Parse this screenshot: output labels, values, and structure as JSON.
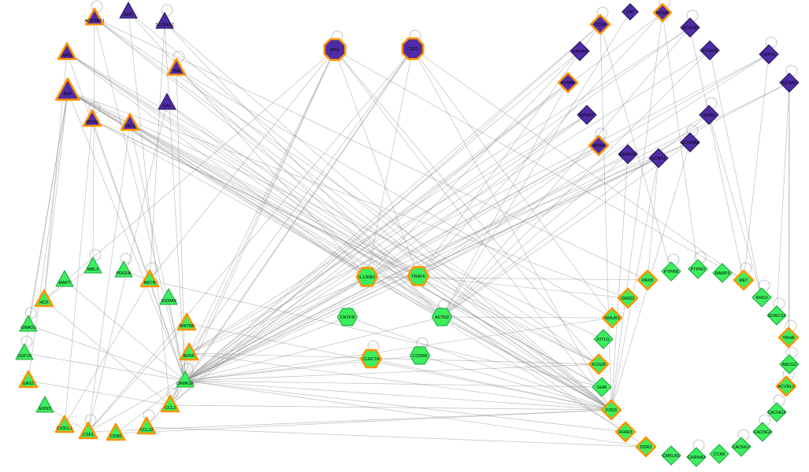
{
  "network": {
    "background": "#ffffff",
    "colors": {
      "purple": "#4E2CA5",
      "green": "#3CEE5C",
      "orange_border": "#FF9400",
      "purple_border": "#2A1758",
      "green_border": "#1FA844",
      "edge": "#8A8A8A",
      "label": "#000000"
    },
    "node_fields": [
      "id",
      "x",
      "y",
      "shape",
      "color",
      "orange_border",
      "self_loop",
      "size"
    ],
    "nodes": [
      [
        "ADCYAP1",
        120,
        23,
        "triangle",
        "purple",
        1,
        1,
        1
      ],
      [
        "GRP",
        163,
        15,
        "triangle",
        "purple",
        0,
        0,
        1
      ],
      [
        "SLC6A12",
        209,
        28,
        "triangle",
        "purple",
        0,
        1,
        1
      ],
      [
        "NPS",
        85,
        67,
        "triangle",
        "purple",
        1,
        0,
        1
      ],
      [
        "TRH",
        224,
        87,
        "triangle",
        "purple",
        1,
        1,
        1
      ],
      [
        "AVP",
        86,
        116,
        "triangle",
        "purple",
        1,
        0,
        1.35
      ],
      [
        "GAL",
        212,
        131,
        "triangle",
        "purple",
        0,
        0,
        1
      ],
      [
        "PDYN",
        117,
        152,
        "triangle",
        "purple",
        1,
        1,
        1
      ],
      [
        "TAC1",
        165,
        157,
        "triangle",
        "purple",
        1,
        0,
        1
      ],
      [
        "IRS1",
        425,
        63,
        "octagon",
        "purple",
        1,
        1,
        1.1
      ],
      [
        "CSF2",
        524,
        62,
        "octagon",
        "purple",
        1,
        1,
        1.1
      ],
      [
        "CD38",
        762,
        31,
        "diamond",
        "purple",
        1,
        1,
        1
      ],
      [
        "GIP",
        800,
        15,
        "diamond",
        "purple",
        0,
        0,
        0.85
      ],
      [
        "GCGR",
        841,
        16,
        "diamond",
        "purple",
        1,
        1,
        0.9
      ],
      [
        "KCNJ9",
        876,
        35,
        "diamond",
        "purple",
        0,
        1,
        1
      ],
      [
        "EPHA4",
        736,
        65,
        "diamond",
        "purple",
        0,
        0,
        1
      ],
      [
        "KCNH3",
        901,
        64,
        "diamond",
        "purple",
        0,
        0,
        1
      ],
      [
        "TRPV1",
        976,
        69,
        "diamond",
        "purple",
        0,
        1,
        1
      ],
      [
        "KCNB1",
        721,
        105,
        "diamond",
        "purple",
        1,
        0,
        1
      ],
      [
        "KCNA1",
        1002,
        105,
        "diamond",
        "purple",
        0,
        1,
        1
      ],
      [
        "EPHA7",
        745,
        146,
        "diamond",
        "purple",
        0,
        0,
        1
      ],
      [
        "GRIA1",
        900,
        146,
        "diamond",
        "purple",
        0,
        1,
        1
      ],
      [
        "ATRN",
        760,
        185,
        "diamond",
        "purple",
        1,
        1,
        1
      ],
      [
        "GRIN2A",
        797,
        196,
        "diamond",
        "purple",
        0,
        0,
        1
      ],
      [
        "KCNS1",
        836,
        201,
        "diamond",
        "purple",
        0,
        0,
        1
      ],
      [
        "KCNMB2",
        876,
        181,
        "diamond",
        "purple",
        0,
        1,
        1
      ],
      [
        "MBL2",
        118,
        339,
        "triangle",
        "green",
        0,
        1,
        1
      ],
      [
        "PDGFB",
        157,
        344,
        "triangle",
        "green",
        0,
        1,
        1
      ],
      [
        "MAPT",
        82,
        356,
        "triangle",
        "green",
        0,
        0,
        1
      ],
      [
        "RETN",
        190,
        356,
        "triangle",
        "green",
        1,
        1,
        1
      ],
      [
        "HCK",
        56,
        381,
        "triangle",
        "green",
        1,
        0,
        1
      ],
      [
        "S100A9",
        214,
        379,
        "triangle",
        "green",
        0,
        0,
        1
      ],
      [
        "GNAO1",
        36,
        413,
        "triangle",
        "green",
        0,
        1,
        1
      ],
      [
        "WNT5B",
        237,
        411,
        "triangle",
        "green",
        1,
        0,
        1
      ],
      [
        "GDF15",
        31,
        449,
        "triangle",
        "green",
        0,
        1,
        1
      ],
      [
        "BDNF",
        240,
        449,
        "triangle",
        "green",
        1,
        0,
        1
      ],
      [
        "GAS1",
        36,
        484,
        "triangle",
        "green",
        1,
        0,
        1
      ],
      [
        "CAMK2A",
        235,
        484,
        "triangle",
        "green",
        0,
        1,
        1
      ],
      [
        "EDN3",
        57,
        516,
        "triangle",
        "green",
        0,
        0,
        1
      ],
      [
        "CCL2",
        216,
        515,
        "triangle",
        "green",
        1,
        1,
        1
      ],
      [
        "CX3CL1",
        82,
        541,
        "triangle",
        "green",
        1,
        0,
        1
      ],
      [
        "CSF1",
        112,
        549,
        "triangle",
        "green",
        1,
        1,
        1
      ],
      [
        "CDH5",
        147,
        551,
        "triangle",
        "green",
        1,
        0,
        1
      ],
      [
        "CCL22",
        186,
        543,
        "triangle",
        "green",
        1,
        1,
        1
      ],
      [
        "IL12RB1",
        466,
        352,
        "hexagon",
        "green",
        1,
        0,
        1.1
      ],
      [
        "TRAF6",
        531,
        351,
        "hexagon",
        "green",
        1,
        0,
        1.1
      ],
      [
        "CNTFR",
        441,
        403,
        "hexagon",
        "green",
        0,
        0,
        1.05
      ],
      [
        "ACTN2",
        561,
        403,
        "hexagon",
        "green",
        0,
        1,
        1.05
      ],
      [
        "CLEC7A",
        471,
        456,
        "hexagon",
        "green",
        1,
        1,
        1.05
      ],
      [
        "CCKBR",
        533,
        452,
        "hexagon",
        "green",
        0,
        1,
        1.05
      ],
      [
        "PTPRB",
        852,
        345,
        "diamond",
        "green",
        0,
        1,
        1
      ],
      [
        "PTPRO",
        886,
        342,
        "diamond",
        "green",
        0,
        1,
        1
      ],
      [
        "RAMP3",
        917,
        347,
        "diamond",
        "green",
        0,
        0,
        1
      ],
      [
        "PAX8",
        822,
        356,
        "diamond",
        "green",
        1,
        0,
        1
      ],
      [
        "RET",
        944,
        356,
        "diamond",
        "green",
        1,
        1,
        1
      ],
      [
        "GRID2",
        797,
        379,
        "diamond",
        "green",
        1,
        0,
        1
      ],
      [
        "RHOJ",
        967,
        378,
        "diamond",
        "green",
        0,
        1,
        1
      ],
      [
        "NMUR1",
        777,
        404,
        "diamond",
        "green",
        1,
        0,
        1
      ],
      [
        "SORCS2",
        986,
        401,
        "diamond",
        "green",
        0,
        1,
        1
      ],
      [
        "KITLG",
        766,
        431,
        "diamond",
        "green",
        0,
        0,
        1
      ],
      [
        "TRHR",
        1001,
        429,
        "diamond",
        "green",
        1,
        1,
        1
      ],
      [
        "KCNJ5",
        760,
        463,
        "diamond",
        "green",
        1,
        0,
        1
      ],
      [
        "ABCG2",
        1002,
        463,
        "diamond",
        "green",
        0,
        1,
        1
      ],
      [
        "GHR",
        764,
        492,
        "diamond",
        "green",
        0,
        0,
        1
      ],
      [
        "ACVRL1",
        998,
        491,
        "diamond",
        "green",
        1,
        1,
        1
      ],
      [
        "FZD3",
        776,
        521,
        "diamond",
        "green",
        1,
        0,
        1
      ],
      [
        "CACNG2",
        986,
        524,
        "diamond",
        "green",
        0,
        1,
        1
      ],
      [
        "FFAR3",
        794,
        549,
        "diamond",
        "green",
        1,
        0,
        1
      ],
      [
        "CACNG3",
        968,
        549,
        "diamond",
        "green",
        0,
        1,
        1
      ],
      [
        "DDR2",
        820,
        568,
        "diamond",
        "green",
        1,
        0,
        1
      ],
      [
        "CACNG7",
        941,
        568,
        "diamond",
        "green",
        0,
        1,
        1
      ],
      [
        "CMKLR1",
        852,
        579,
        "diamond",
        "green",
        0,
        0,
        1
      ],
      [
        "CHRNA3",
        884,
        581,
        "diamond",
        "green",
        0,
        1,
        1
      ],
      [
        "CCR6",
        913,
        577,
        "diamond",
        "green",
        0,
        0,
        1
      ]
    ],
    "edges": [
      [
        "ADCYAP1",
        "FZD3"
      ],
      [
        "ADCYAP1",
        "KCNJ5"
      ],
      [
        "ADCYAP1",
        "TRAF6"
      ],
      [
        "ADCYAP1",
        "CAMK2A"
      ],
      [
        "ADCYAP1",
        "PAX8"
      ],
      [
        "ADCYAP1",
        "MBL2"
      ],
      [
        "GRP",
        "IL12RB1"
      ],
      [
        "GRP",
        "FZD3"
      ],
      [
        "GRP",
        "CCL2"
      ],
      [
        "SLC6A12",
        "FZD3"
      ],
      [
        "SLC6A12",
        "ACTN2"
      ],
      [
        "SLC6A12",
        "CAMK2A"
      ],
      [
        "SLC6A12",
        "RETN"
      ],
      [
        "NPS",
        "IL12RB1"
      ],
      [
        "NPS",
        "TRAF6"
      ],
      [
        "NPS",
        "FZD3"
      ],
      [
        "NPS",
        "KCNJ5"
      ],
      [
        "NPS",
        "CAMK2A"
      ],
      [
        "NPS",
        "DDR2"
      ],
      [
        "NPS",
        "HCK"
      ],
      [
        "TRH",
        "ACTN2"
      ],
      [
        "TRH",
        "FZD3"
      ],
      [
        "TRH",
        "CAMK2A"
      ],
      [
        "TRH",
        "NMUR1"
      ],
      [
        "AVP",
        "IL12RB1"
      ],
      [
        "AVP",
        "TRAF6"
      ],
      [
        "AVP",
        "ACTN2"
      ],
      [
        "AVP",
        "FZD3"
      ],
      [
        "AVP",
        "KCNJ5"
      ],
      [
        "AVP",
        "GHR"
      ],
      [
        "AVP",
        "CAMK2A"
      ],
      [
        "AVP",
        "GRID2"
      ],
      [
        "AVP",
        "FFAR3"
      ],
      [
        "AVP",
        "KITLG"
      ],
      [
        "AVP",
        "HCK"
      ],
      [
        "AVP",
        "GNAO1"
      ],
      [
        "AVP",
        "GAS1"
      ],
      [
        "AVP",
        "GDF15"
      ],
      [
        "GAL",
        "ACTN2"
      ],
      [
        "GAL",
        "FZD3"
      ],
      [
        "GAL",
        "CSF1"
      ],
      [
        "PDYN",
        "FZD3"
      ],
      [
        "PDYN",
        "TRAF6"
      ],
      [
        "PDYN",
        "CAMK2A"
      ],
      [
        "PDYN",
        "KCNJ5"
      ],
      [
        "PDYN",
        "CX3CL1"
      ],
      [
        "TAC1",
        "FZD3"
      ],
      [
        "TAC1",
        "IL12RB1"
      ],
      [
        "TAC1",
        "CAMK2A"
      ],
      [
        "TAC1",
        "GHR"
      ],
      [
        "TAC1",
        "CSF1"
      ],
      [
        "IRS1",
        "CAMK2A"
      ],
      [
        "IRS1",
        "HCK"
      ],
      [
        "IRS1",
        "BDNF"
      ],
      [
        "IRS1",
        "FZD3"
      ],
      [
        "IRS1",
        "RET"
      ],
      [
        "IRS1",
        "CCL2"
      ],
      [
        "IRS1",
        "KCNJ5"
      ],
      [
        "IRS1",
        "RETN"
      ],
      [
        "IRS1",
        "TRAF6"
      ],
      [
        "CSF2",
        "CAMK2A"
      ],
      [
        "CSF2",
        "BDNF"
      ],
      [
        "CSF2",
        "FZD3"
      ],
      [
        "CSF2",
        "RET"
      ],
      [
        "CSF2",
        "CCL2"
      ],
      [
        "CSF2",
        "NMUR1"
      ],
      [
        "CSF2",
        "CSF1"
      ],
      [
        "CSF2",
        "IL12RB1"
      ],
      [
        "CD38",
        "CAMK2A"
      ],
      [
        "CD38",
        "TRAF6"
      ],
      [
        "CD38",
        "CCL2"
      ],
      [
        "CD38",
        "FZD3"
      ],
      [
        "CD38",
        "PTPRB"
      ],
      [
        "GIP",
        "ACTN2"
      ],
      [
        "GCGR",
        "CAMK2A"
      ],
      [
        "GCGR",
        "TRAF6"
      ],
      [
        "GCGR",
        "FZD3"
      ],
      [
        "GCGR",
        "PTPRO"
      ],
      [
        "KCNJ9",
        "CAMK2A"
      ],
      [
        "KCNJ9",
        "ACTN2"
      ],
      [
        "KCNJ9",
        "BDNF"
      ],
      [
        "KCNJ9",
        "RET"
      ],
      [
        "EPHA4",
        "CAMK2A"
      ],
      [
        "EPHA4",
        "IL12RB1"
      ],
      [
        "KCNH3",
        "CAMK2A"
      ],
      [
        "KCNH3",
        "ACTN2"
      ],
      [
        "KCNH3",
        "RHOJ"
      ],
      [
        "TRPV1",
        "CAMK2A"
      ],
      [
        "TRPV1",
        "TRAF6"
      ],
      [
        "TRPV1",
        "BDNF"
      ],
      [
        "TRPV1",
        "RET"
      ],
      [
        "KCNB1",
        "CAMK2A"
      ],
      [
        "KCNB1",
        "ACTN2"
      ],
      [
        "KCNB1",
        "CCL2"
      ],
      [
        "KCNA1",
        "CAMK2A"
      ],
      [
        "KCNA1",
        "TRAF6"
      ],
      [
        "KCNA1",
        "SORCS2"
      ],
      [
        "KCNA1",
        "TRHR"
      ],
      [
        "KCNA1",
        "ABCG2"
      ],
      [
        "EPHA7",
        "CAMK2A"
      ],
      [
        "EPHA7",
        "IL12RB1"
      ],
      [
        "EPHA7",
        "BDNF"
      ],
      [
        "GRIA1",
        "CAMK2A"
      ],
      [
        "GRIA1",
        "ACTN2"
      ],
      [
        "GRIA1",
        "RHOJ"
      ],
      [
        "ATRN",
        "CAMK2A"
      ],
      [
        "ATRN",
        "TRAF6"
      ],
      [
        "ATRN",
        "CSF1"
      ],
      [
        "GRIN2A",
        "CAMK2A"
      ],
      [
        "GRIN2A",
        "ACTN2"
      ],
      [
        "GRIN2A",
        "FZD3"
      ],
      [
        "KCNS1",
        "CAMK2A"
      ],
      [
        "KCNS1",
        "TRAF6"
      ],
      [
        "KCNS1",
        "FZD3"
      ],
      [
        "KCNS1",
        "PAX8"
      ],
      [
        "KCNMB2",
        "CAMK2A"
      ],
      [
        "KCNMB2",
        "ACTN2"
      ],
      [
        "KCNMB2",
        "BDNF"
      ],
      [
        "KCNMB2",
        "FZD3"
      ],
      [
        "MAPT",
        "CAMK2A"
      ],
      [
        "HCK",
        "CCL2"
      ],
      [
        "GNAO1",
        "CAMK2A"
      ],
      [
        "GDF15",
        "CAMK2A"
      ],
      [
        "GAS1",
        "CCL2"
      ],
      [
        "EDN3",
        "CSF1"
      ],
      [
        "CX3CL1",
        "RETN"
      ],
      [
        "CSF1",
        "WNT5B"
      ],
      [
        "CDH5",
        "CAMK2A"
      ],
      [
        "CCL22",
        "CAMK2A"
      ],
      [
        "BDNF",
        "CCL2"
      ],
      [
        "BDNF",
        "CAMK2A"
      ],
      [
        "MBL2",
        "HCK"
      ],
      [
        "PDGFB",
        "RETN"
      ],
      [
        "S100A9",
        "CAMK2A"
      ],
      [
        "CAMK2A",
        "FZD3"
      ],
      [
        "CAMK2A",
        "KCNJ5"
      ],
      [
        "CAMK2A",
        "NMUR1"
      ],
      [
        "CAMK2A",
        "DDR2"
      ],
      [
        "CAMK2A",
        "GHR"
      ],
      [
        "CAMK2A",
        "FFAR3"
      ],
      [
        "CCL2",
        "FZD3"
      ],
      [
        "CSF1",
        "FZD3"
      ],
      [
        "BDNF",
        "FZD3"
      ],
      [
        "BDNF",
        "KCNJ5"
      ],
      [
        "CDH5",
        "FZD3"
      ],
      [
        "CCL22",
        "DDR2"
      ],
      [
        "WNT5B",
        "FZD3"
      ],
      [
        "RETN",
        "GHR"
      ],
      [
        "IL12RB1",
        "FZD3"
      ],
      [
        "IL12RB1",
        "CAMK2A"
      ],
      [
        "IL12RB1",
        "PAX8"
      ],
      [
        "TRAF6",
        "FZD3"
      ],
      [
        "TRAF6",
        "CAMK2A"
      ],
      [
        "TRAF6",
        "GRID2"
      ],
      [
        "CNTFR",
        "CAMK2A"
      ],
      [
        "CNTFR",
        "FZD3"
      ],
      [
        "ACTN2",
        "FZD3"
      ],
      [
        "ACTN2",
        "CAMK2A"
      ],
      [
        "ACTN2",
        "NMUR1"
      ],
      [
        "CLEC7A",
        "CAMK2A"
      ],
      [
        "CLEC7A",
        "FZD3"
      ],
      [
        "CCKBR",
        "FZD3"
      ],
      [
        "CCKBR",
        "CAMK2A"
      ]
    ]
  }
}
